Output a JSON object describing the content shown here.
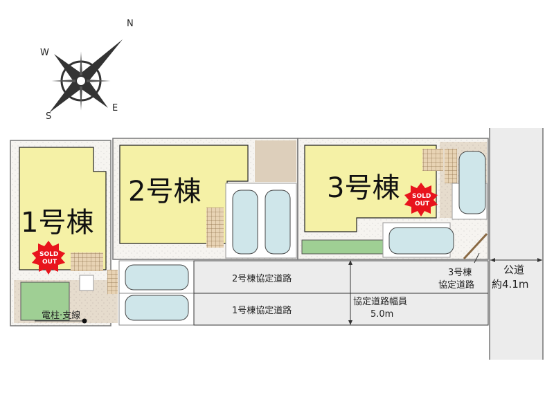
{
  "compass": {
    "n": "N",
    "e": "E",
    "s": "S",
    "w": "W"
  },
  "lots": [
    {
      "label": "1号棟",
      "status": "SOLD OUT"
    },
    {
      "label": "2号棟"
    },
    {
      "label": "3号棟",
      "status": "SOLD OUT"
    }
  ],
  "sold_badge": {
    "line1": "SOLD",
    "line2": "OUT"
  },
  "roads": {
    "lot2_private_road": "2号棟協定道路",
    "lot1_private_road": "1号棟協定道路",
    "lot3_private_road_line1": "3号棟",
    "lot3_private_road_line2": "協定道路",
    "private_road_width_label": "協定道路幅員",
    "private_road_width": "5.0m",
    "public_road_label": "公道",
    "public_road_width": "約4.1m"
  },
  "utility_pole": "電柱·支線",
  "colors": {
    "building": "#f5f1a6",
    "garden": "#9fcf94",
    "road": "#ececec",
    "car": "#cfe6ea",
    "sold": "#e8141c"
  }
}
